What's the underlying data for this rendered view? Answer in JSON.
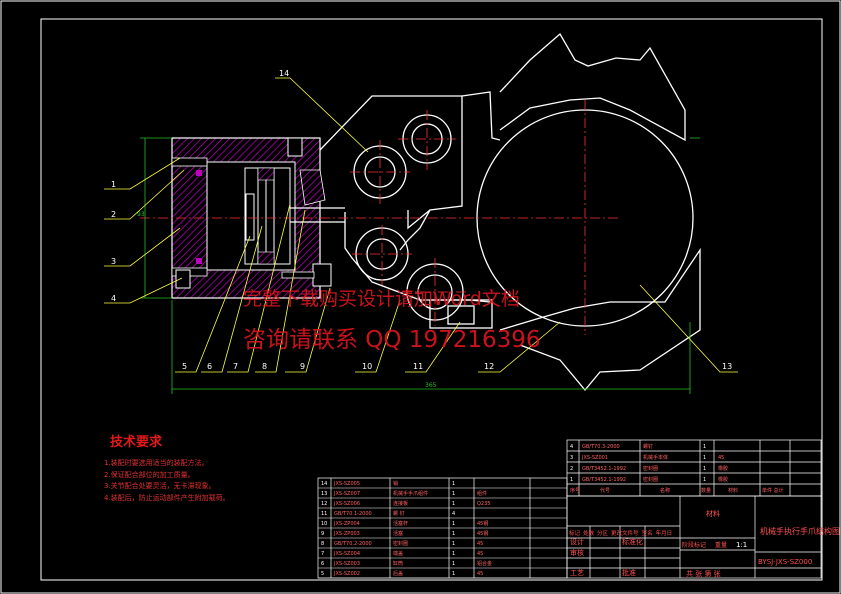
{
  "callouts": [
    "1",
    "2",
    "3",
    "4",
    "5",
    "6",
    "7",
    "8",
    "9",
    "10",
    "11",
    "12",
    "13",
    "14"
  ],
  "dimensions": {
    "overall_width": "365",
    "height_label": "93"
  },
  "watermark": {
    "line1": "完整下载购买设计请加Word文档",
    "line2": "咨询请联系 QQ 197216396"
  },
  "technical_requirements": {
    "title": "技术要求",
    "items": [
      "1.装配时要选用适当的装配方法。",
      "2.保证配合部位的加工质量。",
      "3.关节配合处要灵活，无卡滞现象。",
      "4.装配后，防止运动部件产生附加载荷。"
    ]
  },
  "parts_list": [
    {
      "no": "14",
      "code": "JXS-SZ005",
      "name": "销",
      "qty": "1",
      "material": ""
    },
    {
      "no": "13",
      "code": "JXS-SZ007",
      "name": "机械手手爪组件",
      "qty": "1",
      "material": "组件"
    },
    {
      "no": "12",
      "code": "JXS-SZ006",
      "name": "连接板",
      "qty": "1",
      "material": "Q235"
    },
    {
      "no": "11",
      "code": "GB/T70.1-2000",
      "name": "螺 钉",
      "qty": "4",
      "material": ""
    },
    {
      "no": "10",
      "code": "JXS-ZP004",
      "name": "活塞杆",
      "qty": "1",
      "material": "45钢"
    },
    {
      "no": "9",
      "code": "JXS-ZP003",
      "name": "活塞",
      "qty": "1",
      "material": "45钢"
    },
    {
      "no": "8",
      "code": "GB/T70.2-2000",
      "name": "密封圈",
      "qty": "1",
      "material": "45"
    },
    {
      "no": "7",
      "code": "JXS-SZ004",
      "name": "端盖",
      "qty": "1",
      "material": "45"
    },
    {
      "no": "6",
      "code": "JXS-SZ003",
      "name": "缸筒",
      "qty": "1",
      "material": "铝合金"
    },
    {
      "no": "5",
      "code": "JXS-SZ002",
      "name": "后盖",
      "qty": "1",
      "material": "45"
    }
  ],
  "parts_list_upper": [
    {
      "no": "4",
      "code": "GB/T70.3-2000",
      "name": "螺钉",
      "qty": "1",
      "material": ""
    },
    {
      "no": "3",
      "code": "JXS-SZ001",
      "name": "机械手本体",
      "qty": "1",
      "material": "45"
    },
    {
      "no": "2",
      "code": "GB/T3452.1-1992",
      "name": "密封圈",
      "qty": "1",
      "material": "橡胶"
    },
    {
      "no": "1",
      "code": "GB/T3452.1-1992",
      "name": "密封圈",
      "qty": "1",
      "material": "橡胶"
    }
  ],
  "parts_header": {
    "no": "序号",
    "code": "代号",
    "name": "名称",
    "qty": "数量",
    "material": "材料",
    "weight": "单件 总计"
  },
  "title_block": {
    "material_label": "材料",
    "drawing_title": "机械手执行手爪结构图",
    "drawing_code": "BYSJ-JXS-SZ000",
    "scale": "1:1",
    "stage_label": "阶段标记",
    "weight_label": "重量",
    "scale_label": "比例",
    "sheet_label": "共 张 第 张",
    "rows": [
      "标记",
      "处数",
      "分区",
      "更改文件号",
      "签名",
      "年月日"
    ],
    "roles": [
      "设计",
      "审核",
      "工艺",
      "标准化",
      "批准"
    ]
  },
  "colors": {
    "background": "#000000",
    "outline": "#ffffff",
    "hatch": "#c000c0",
    "centerline": "#ff3030",
    "dimension": "#22c022",
    "leader": "#ffff40",
    "annotation": "#e31818"
  }
}
